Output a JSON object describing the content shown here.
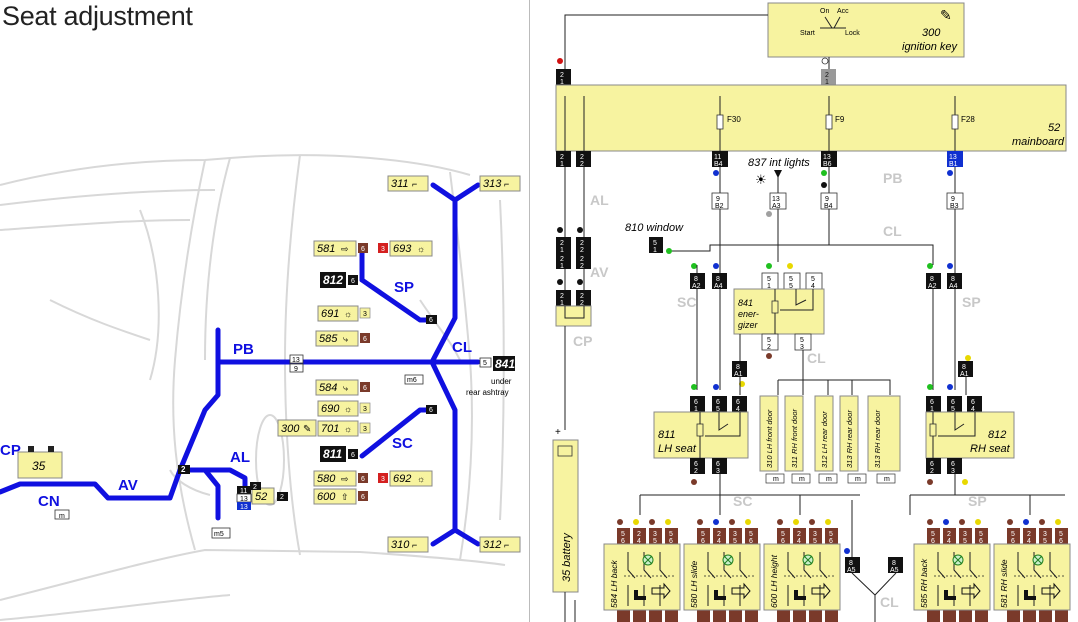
{
  "page": {
    "title": "Seat adjustment"
  },
  "colors": {
    "harness": "#1010e0",
    "component_fill": "#f7f3a0",
    "component_border": "#888888",
    "connector_dark": "#111111",
    "connector_red": "#d42020",
    "connector_brown": "#7a3a2a",
    "grey_label": "#c8c8c8",
    "dot_yellow": "#e8d800",
    "dot_green": "#20c020",
    "dot_blue": "#1030d0",
    "dot_brown": "#7a3a2a",
    "dot_black": "#111111",
    "dot_red": "#d01010",
    "dot_grey": "#a0a0a0"
  },
  "overview": {
    "harness_labels": {
      "cp": "CP",
      "cn": "CN",
      "av": "AV",
      "al": "AL",
      "pb": "PB",
      "cl": "CL",
      "sp": "SP",
      "sc": "SC"
    },
    "battery": {
      "num": "35"
    },
    "ground_m": "m",
    "ground_m5": "m5",
    "ground_m6": "m6",
    "conn_pb_top": "13",
    "conn_pb_bot": "9",
    "conn_2": "2",
    "conn_6": "6",
    "conn_5": "5",
    "conn_3": "3",
    "conn_11": "11",
    "conn_13": "13",
    "comp_52": "52",
    "comp_300": "300",
    "comp_311": "311",
    "comp_313": "313",
    "comp_310": "310",
    "comp_312": "312",
    "comp_581": "581",
    "comp_693": "693",
    "comp_812": "812",
    "comp_691": "691",
    "comp_585": "585",
    "comp_584": "584",
    "comp_690": "690",
    "comp_701": "701",
    "comp_811": "811",
    "comp_580": "580",
    "comp_692": "692",
    "comp_600": "600",
    "comp_841": "841",
    "under_line1": "under",
    "under_line2": "rear ashtray"
  },
  "schematic": {
    "ignition": {
      "num": "300",
      "name": "ignition key",
      "on": "On",
      "acc": "Acc",
      "start": "Start",
      "lock": "Lock"
    },
    "mainboard": {
      "num": "52",
      "name": "mainboard",
      "fuses": [
        "F30",
        "F9",
        "F28"
      ]
    },
    "interior_lights": "837 int lights",
    "window": "810 window",
    "battery": "35 battery",
    "energizer": {
      "num": "841",
      "line1": "ener-",
      "line2": "gizer"
    },
    "lh_seat": {
      "num": "811",
      "name": "LH seat"
    },
    "rh_seat": {
      "num": "812",
      "name": "RH seat"
    },
    "doors": [
      "310 LH front door",
      "311 RH front door",
      "312 LH rear door",
      "313 RH rear door"
    ],
    "seat_switches": [
      "584 LH back",
      "580 LH slide",
      "600 LH height",
      "585 RH back",
      "581 RH slide"
    ],
    "wire_labels": {
      "al": "AL",
      "av": "AV",
      "cp": "CP",
      "pb": "PB",
      "cl_top": "CL",
      "sc_left": "SC",
      "sp_right": "SP",
      "cl_mid": "CL",
      "sc_bottom": "SC",
      "sp_bottom": "SP",
      "cl_bottom": "CL"
    },
    "pins": {
      "p2": "2",
      "p1": "1",
      "p11": "11",
      "p13": "13",
      "pB4": "B4",
      "pB6": "B6",
      "pB1": "B1",
      "p9": "9",
      "pB2": "B2",
      "pA3": "A3",
      "pB3": "B3",
      "p8": "8",
      "pA2": "A2",
      "pA4": "A4",
      "p5": "5",
      "p4": "4",
      "p3": "3",
      "p6": "6",
      "pA1": "A1",
      "pA5": "A5",
      "plus": "+",
      "m": "m"
    }
  }
}
